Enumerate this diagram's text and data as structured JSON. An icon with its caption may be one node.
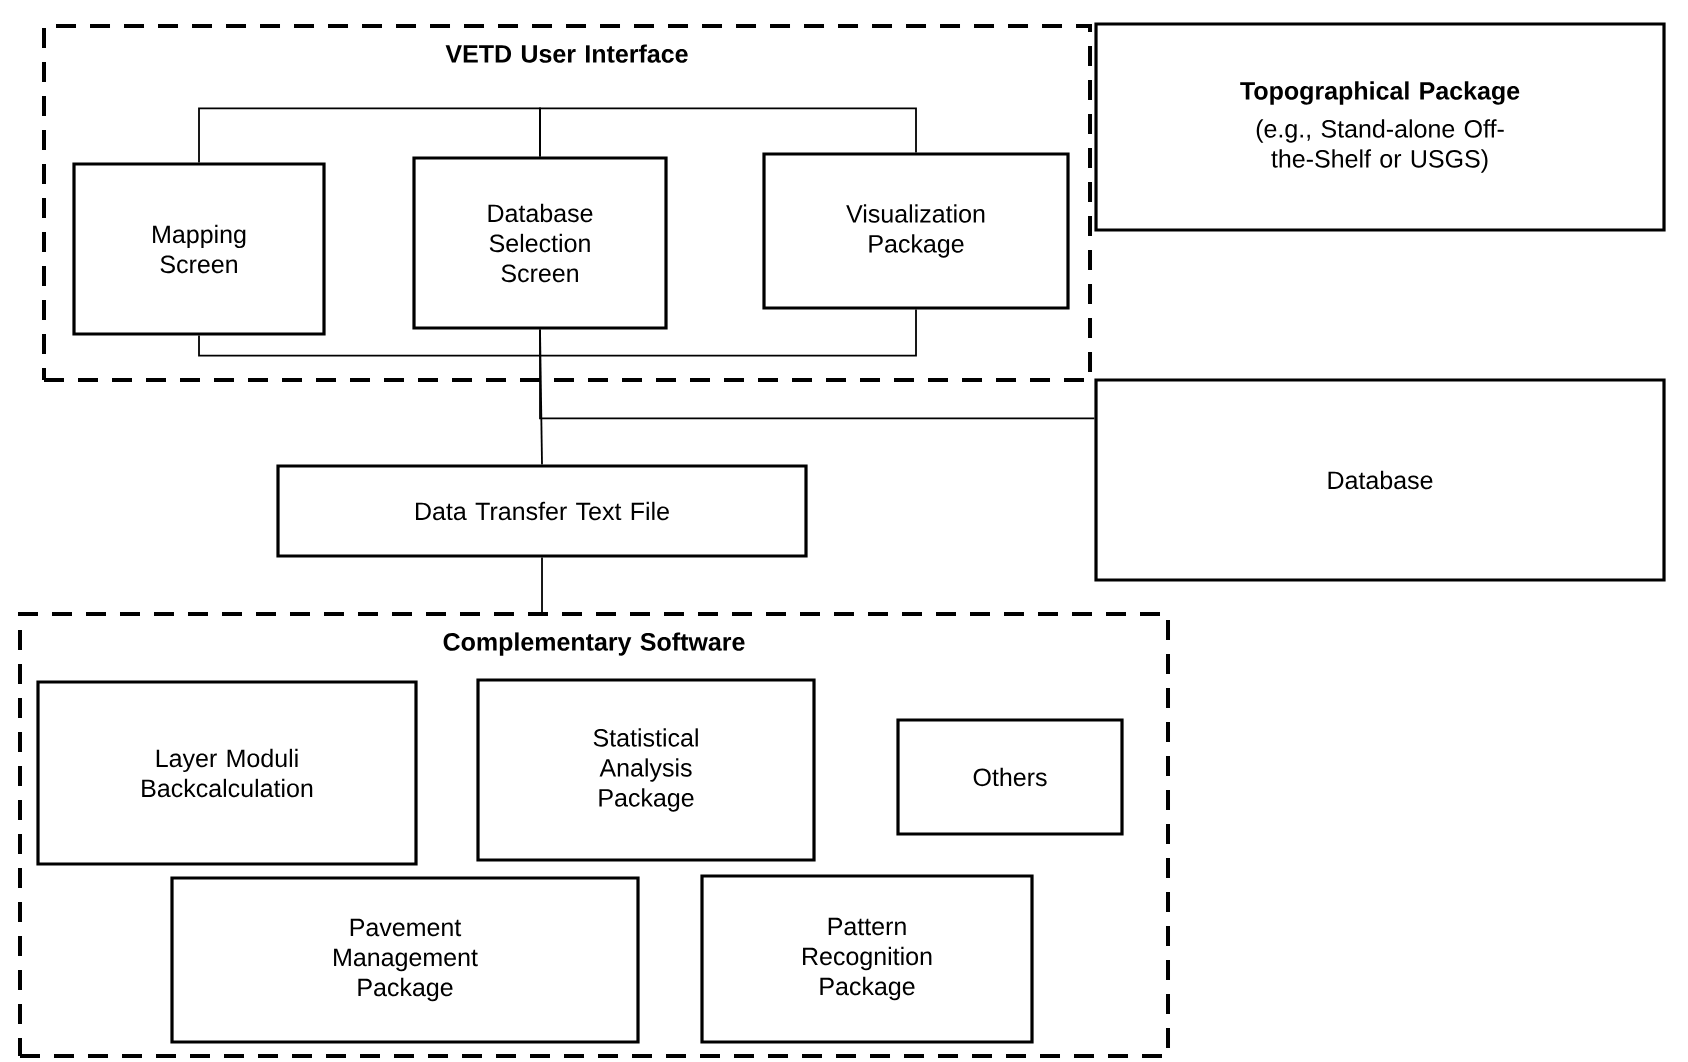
{
  "diagram": {
    "nodes": [
      {
        "text": [
          "VETD User Interface"
        ]
      },
      {
        "text": [
          "Mapping Screen"
        ],
        "in": 0
      },
      {
        "text": [
          "Database Selection Screen"
        ],
        "in": 0
      },
      {
        "text": [
          "Visualization Package"
        ],
        "in": 0
      },
      {
        "text": [
          "Topographical Package",
          "(e.g., Stand-alone Off-the-Shelf or USGS)"
        ]
      },
      {
        "text": [
          "Database"
        ]
      },
      {
        "text": [
          "Data Transfer Text File"
        ]
      },
      {
        "text": [
          "Complementary Software"
        ]
      },
      {
        "text": [
          "Layer Moduli Backcalculation"
        ],
        "in": 7
      },
      {
        "text": [
          "Statistical Analysis Package"
        ],
        "in": 7
      },
      {
        "text": [
          "Others"
        ],
        "in": 7
      },
      {
        "text": [
          "Pavement Management Package"
        ],
        "in": 7
      },
      {
        "text": [
          "Pattern Recognition Package"
        ],
        "in": 7
      }
    ],
    "edges": [
      {
        "from": 1,
        "to": 2,
        "arrow": "none"
      },
      {
        "from": 2,
        "to": 3,
        "arrow": "none"
      },
      {
        "from": 1,
        "to": 3,
        "arrow": "none"
      },
      {
        "from": 2,
        "to": 6,
        "arrow": "none"
      },
      {
        "from": 2,
        "to": 5,
        "arrow": "none"
      },
      {
        "from": 6,
        "to": 7,
        "arrow": "none"
      }
    ]
  }
}
